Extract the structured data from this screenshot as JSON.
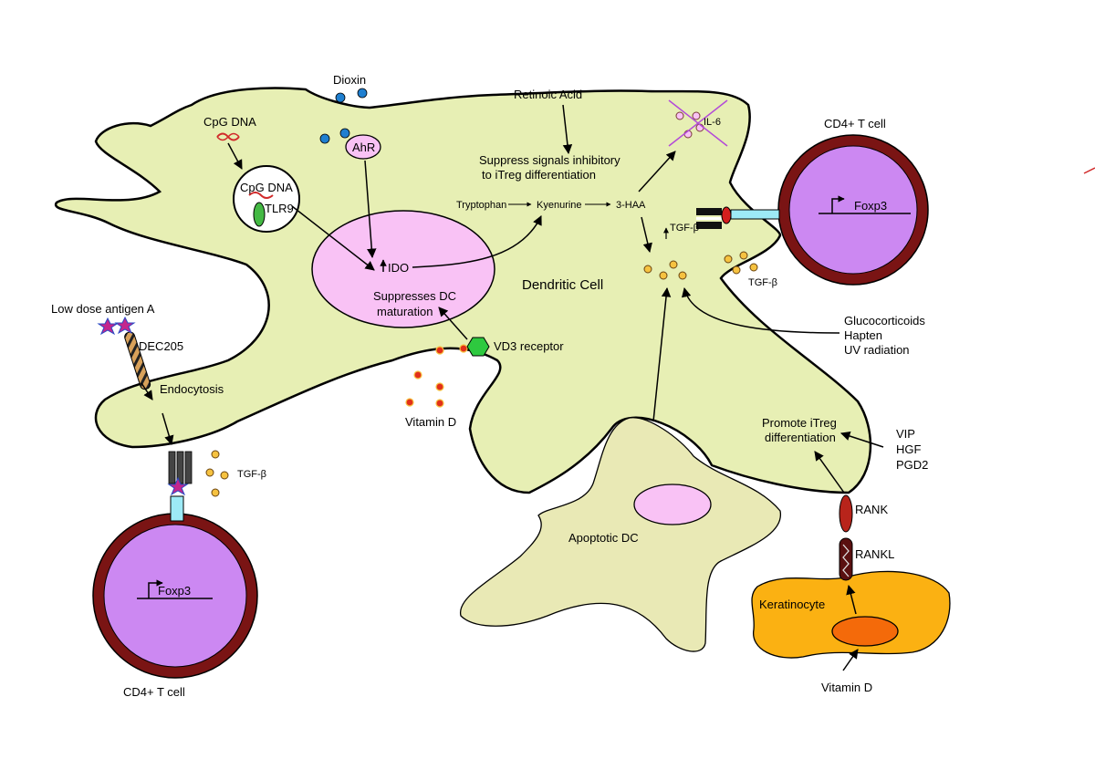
{
  "labels": {
    "dioxin": "Dioxin",
    "retinoic_acid": "Retinoic Acid",
    "cpg_dna_outside": "CpG DNA",
    "cpg_dna_inside": "CpG DNA",
    "tlr9": "TLR9",
    "ahr": "AhR",
    "suppress_signals_line1": "Suppress signals inhibitory",
    "suppress_signals_line2": "to iTreg differentiation",
    "tryptophan": "Tryptophan",
    "kyenurine": "Kyenurine",
    "three_haa": "3-HAA",
    "il6": "IL-6",
    "ido": "IDO",
    "suppresses_dc_line1": "Suppresses DC",
    "suppresses_dc_line2": "maturation",
    "dendritic_cell": "Dendritic Cell",
    "tgf_beta_inner": "TGF-β",
    "tgf_beta_right": "TGF-β",
    "tgf_beta_left": "TGF-β",
    "vd3_receptor": "VD3 receptor",
    "vitamin_d_center": "Vitamin D",
    "low_dose_antigen": "Low dose antigen A",
    "dec205": "DEC205",
    "endocytosis": "Endocytosis",
    "cd4_t_cell_top": "CD4+ T cell",
    "cd4_t_cell_bottom": "CD4+ T cell",
    "foxp3_top": "Foxp3",
    "foxp3_bottom": "Foxp3",
    "glucocorticoids": "Glucocorticoids",
    "hapten": "Hapten",
    "uv_radiation": "UV radiation",
    "promote_itreg_line1": "Promote iTreg",
    "promote_itreg_line2": "differentiation",
    "vip": "VIP",
    "hgf": "HGF",
    "pgd2": "PGD2",
    "rank": "RANK",
    "rankl": "RANKL",
    "keratinocyte": "Keratinocyte",
    "vitamin_d_bottom": "Vitamin D",
    "apoptotic_dc": "Apoptotic DC"
  },
  "colors": {
    "dc_fill": "#e7efb4",
    "apoptotic_fill": "#e9e9b5",
    "nucleus_pink": "#f9c2f5",
    "tcell_purple": "#cc88f2",
    "tcell_ring": "#7a1414",
    "keratinocyte": "#fbb112",
    "keratinocyte_nucleus": "#f46a0a",
    "tgf_dot": "#f6c240",
    "dioxin_blue": "#1f7fd0",
    "vitd_red": "#e2301a",
    "vd3_green": "#2ec93f",
    "tlr9_green": "#44b944",
    "connector_cyan": "#9deaf6",
    "antigen_star": "#c4268d",
    "il6_cross": "#b34ad8"
  }
}
